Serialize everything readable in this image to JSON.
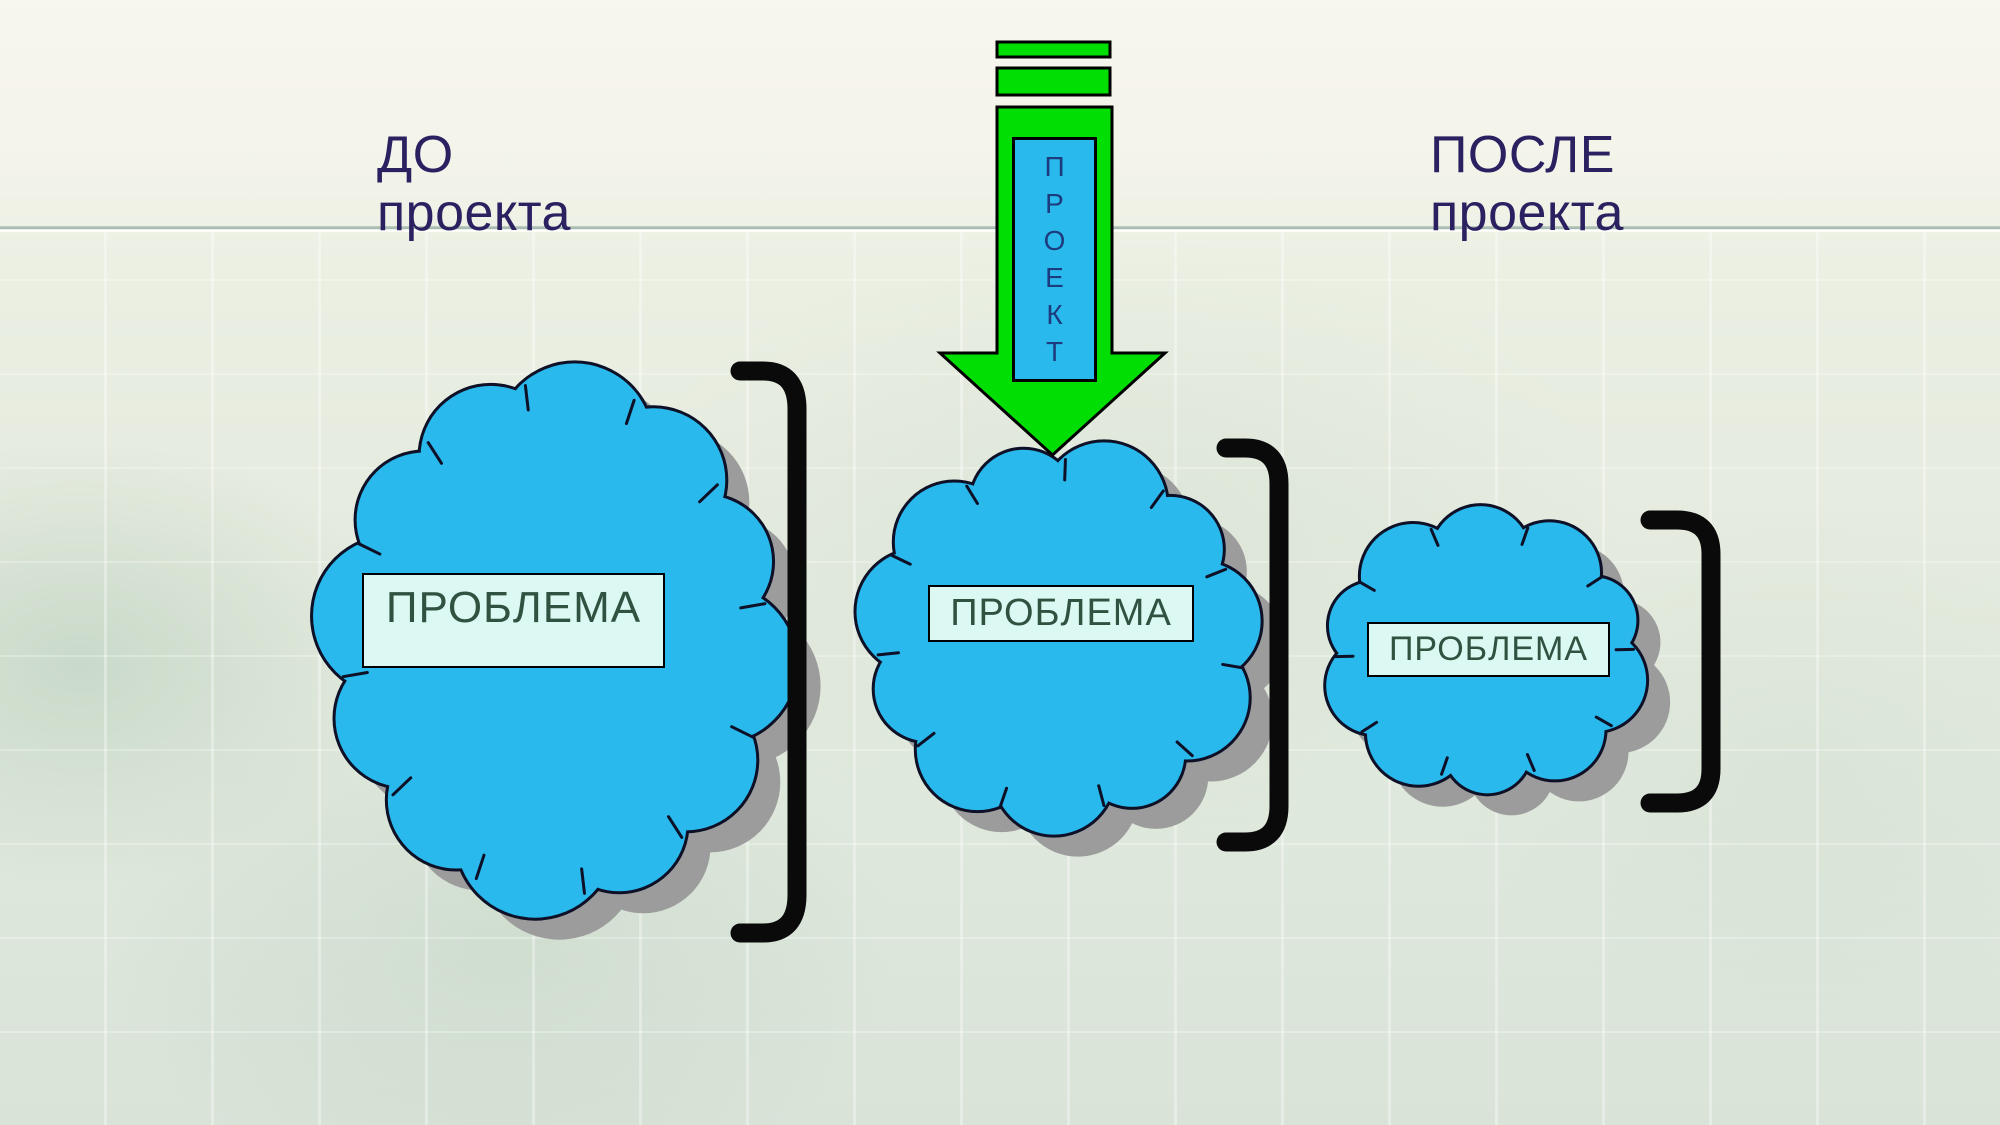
{
  "slide": {
    "heading_left": {
      "line1": "ДО",
      "line2": "проекта"
    },
    "heading_right": {
      "line1": "ПОСЛЕ",
      "line2": "проекта"
    },
    "arrow_label": "ПРОЕКТ",
    "cloud_labels": [
      "ПРОБЛЕМА",
      "ПРОБЛЕМА",
      "ПРОБЛЕМА"
    ]
  },
  "colors": {
    "heading_text": "#2b2161",
    "cloud_fill": "#29b9ec",
    "cloud_outline": "#0d1026",
    "cloud_shadow": "#9c9c9c",
    "label_background": "#dcf8f2",
    "label_border": "#000000",
    "label_text": "#2f5241",
    "arrow_green": "#00de04",
    "arrow_outline": "#000000",
    "project_text": "#1c3c7e",
    "bracket_color": "#0a0a0a",
    "divider_dark": "#9fb4aa",
    "divider_light": "#ffffff"
  }
}
